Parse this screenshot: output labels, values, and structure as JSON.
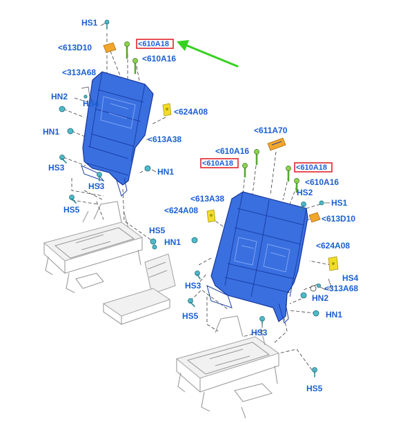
{
  "colors": {
    "label": "#1a5fd1",
    "highlight_border": "#e0222a",
    "arrow": "#35d11f",
    "seat_back": "#3a6fe0",
    "bracket_orange": "#f2a62c",
    "bracket_yellow": "#f0dc2a",
    "fastener": "#4fb9c8",
    "pin": "#8dd14e"
  },
  "left_assembly": {
    "labels": {
      "hs1": "HS1",
      "l613d10": "<613D10",
      "hl610a18": "<610A18",
      "l610a16": "<610A16",
      "l313a68": "<313A68",
      "hn2": "HN2",
      "hs4": "HS4",
      "l624a08": "<624A08",
      "hn1_a": "HN1",
      "l613a38": "<613A38",
      "hs3_a": "HS3",
      "hn1_b": "HN1",
      "hs3_b": "HS3",
      "hs5_a": "HS5",
      "hs5_b": "HS5",
      "hn1_c": "HN1"
    }
  },
  "right_assembly": {
    "labels": {
      "l611a70": "<611A70",
      "l610a16_a": "<610A16",
      "hl610a18_a": "<610A18",
      "hl610a18_b": "<610A18",
      "l610a16_b": "<610A16",
      "hs2": "HS2",
      "l613a38": "<613A38",
      "hs1": "HS1",
      "l624a08_a": "<624A08",
      "l613d10": "<613D10",
      "l624a08_b": "<624A08",
      "hs4": "HS4",
      "l313a68": "<313A68",
      "hs3_a": "HS3",
      "hn2": "HN2",
      "hs5_a": "HS5",
      "hn1": "HN1",
      "hs3_b": "HS3",
      "hs5_b": "HS5"
    }
  }
}
